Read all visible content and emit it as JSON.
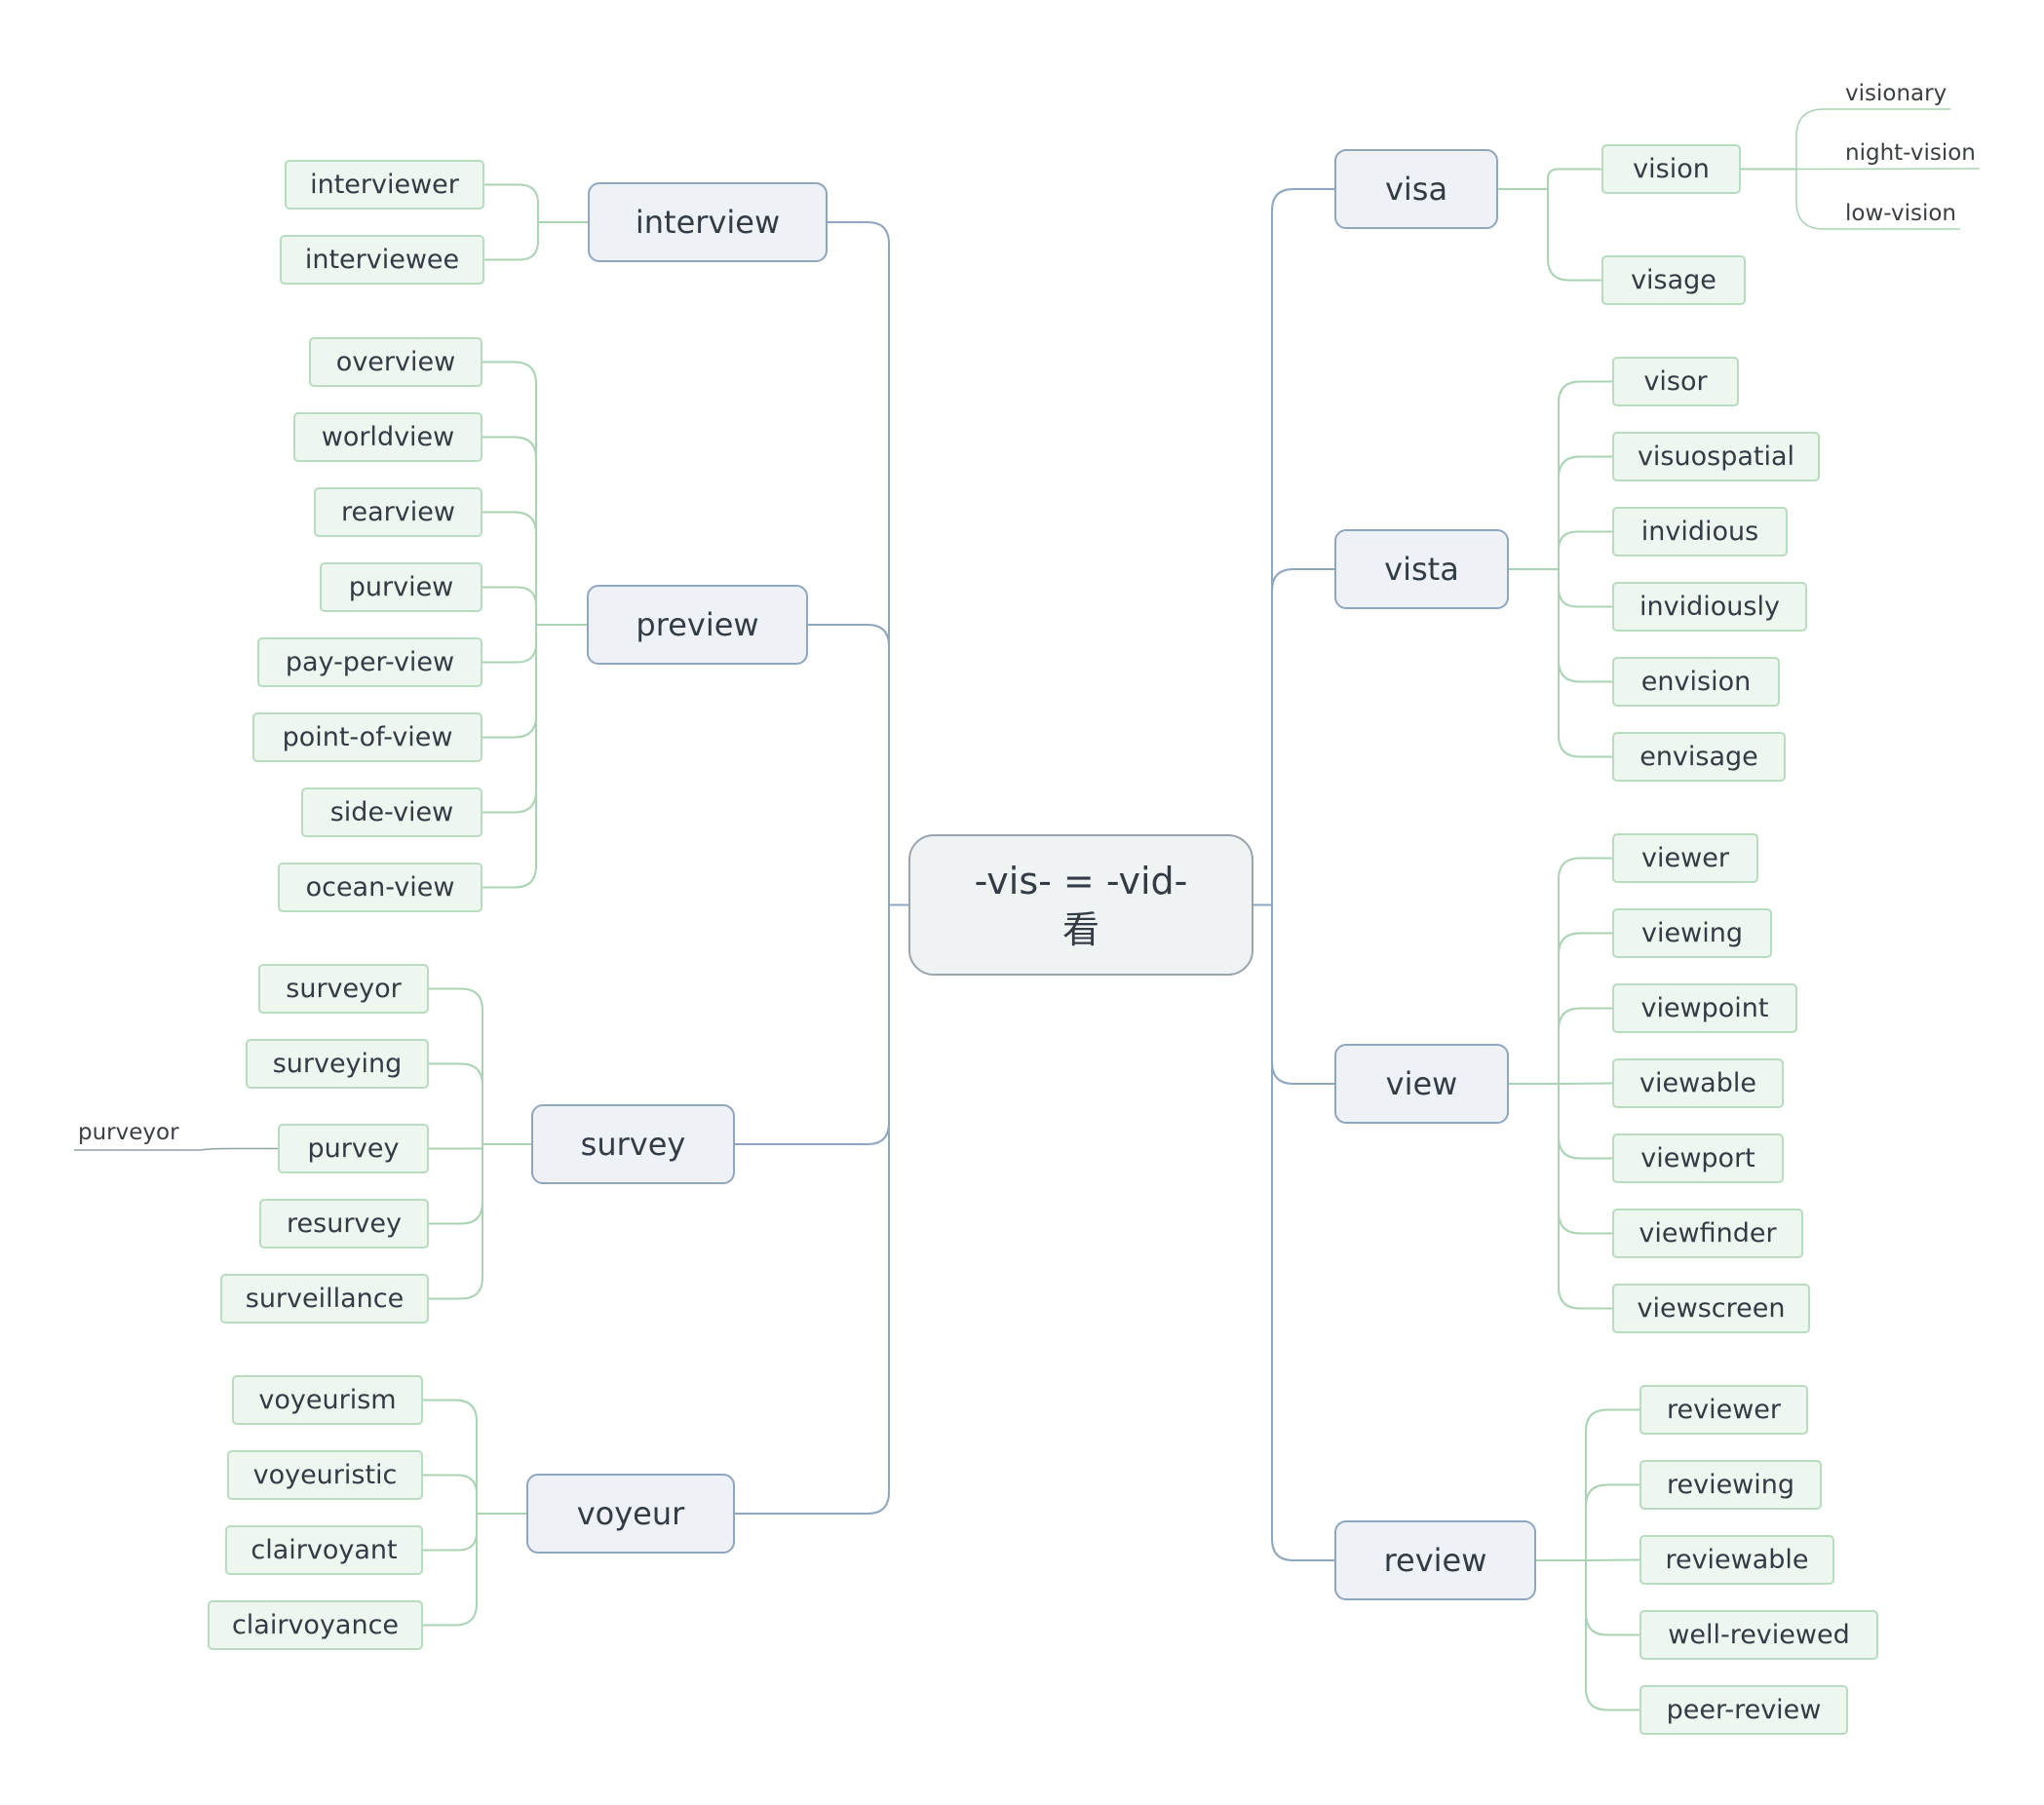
{
  "root": {
    "line1": "-vis- = -vid-",
    "line2": "看"
  },
  "branches": {
    "interview": {
      "label": "interview",
      "children": [
        "interviewer",
        "interviewee"
      ]
    },
    "preview": {
      "label": "preview",
      "children": [
        "overview",
        "worldview",
        "rearview",
        "purview",
        "pay-per-view",
        "point-of-view",
        "side-view",
        "ocean-view"
      ]
    },
    "survey": {
      "label": "survey",
      "children": [
        "surveyor",
        "surveying",
        "purvey",
        "resurvey",
        "surveillance"
      ],
      "purvey_child": "purveyor"
    },
    "voyeur": {
      "label": "voyeur",
      "children": [
        "voyeurism",
        "voyeuristic",
        "clairvoyant",
        "clairvoyance"
      ]
    },
    "visa": {
      "label": "visa",
      "children": [
        "vision",
        "visage"
      ],
      "vision_children": [
        "visionary",
        "night-vision",
        "low-vision"
      ]
    },
    "vista": {
      "label": "vista",
      "children": [
        "visor",
        "visuospatial",
        "invidious",
        "invidiously",
        "envision",
        "envisage"
      ]
    },
    "view": {
      "label": "view",
      "children": [
        "viewer",
        "viewing",
        "viewpoint",
        "viewable",
        "viewport",
        "viewfinder",
        "viewscreen"
      ]
    },
    "review": {
      "label": "review",
      "children": [
        "reviewer",
        "reviewing",
        "reviewable",
        "well-reviewed",
        "peer-review"
      ]
    }
  },
  "colors": {
    "main_line": "#8fa6bf",
    "sub_line": "#a9d3b3",
    "float_line": "#8fa3a6"
  }
}
